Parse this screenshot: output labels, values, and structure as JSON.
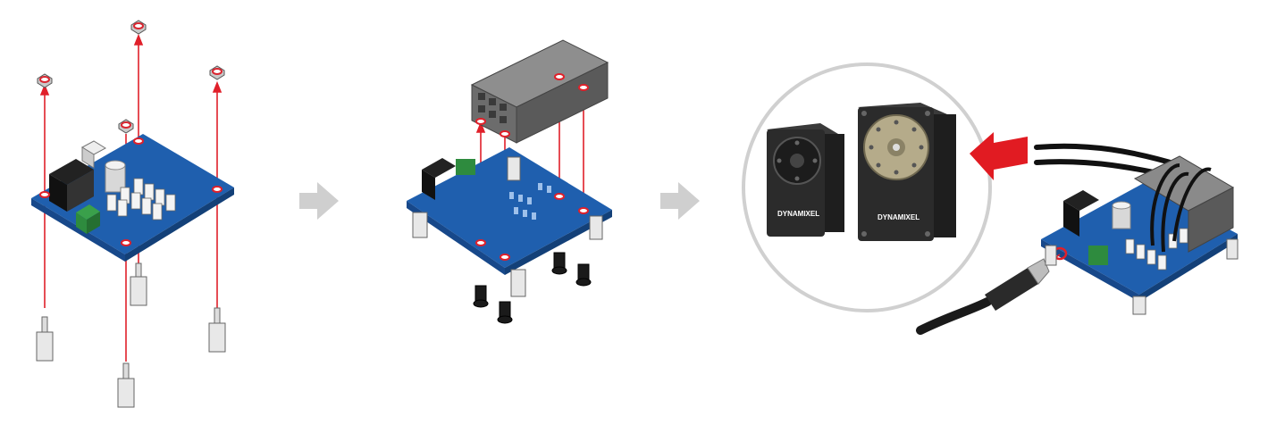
{
  "steps": [
    {
      "id": "step-1"
    },
    {
      "id": "step-2"
    },
    {
      "id": "step-3"
    }
  ],
  "servo_labels": {
    "left": "DYNAMIXEL",
    "right": "DYNAMIXEL"
  },
  "colors": {
    "pcb": "#1f5fae",
    "pcb_edge": "#17488a",
    "guide_line": "#e0202a",
    "nut_ring": "#d9252f",
    "arrow_grey": "#cfcfcf",
    "callout_circle": "#d0d0d0",
    "connect_arrow": "#e11b22",
    "servo_body": "#2b2b2b",
    "terminal_green": "#2e8b3e"
  }
}
